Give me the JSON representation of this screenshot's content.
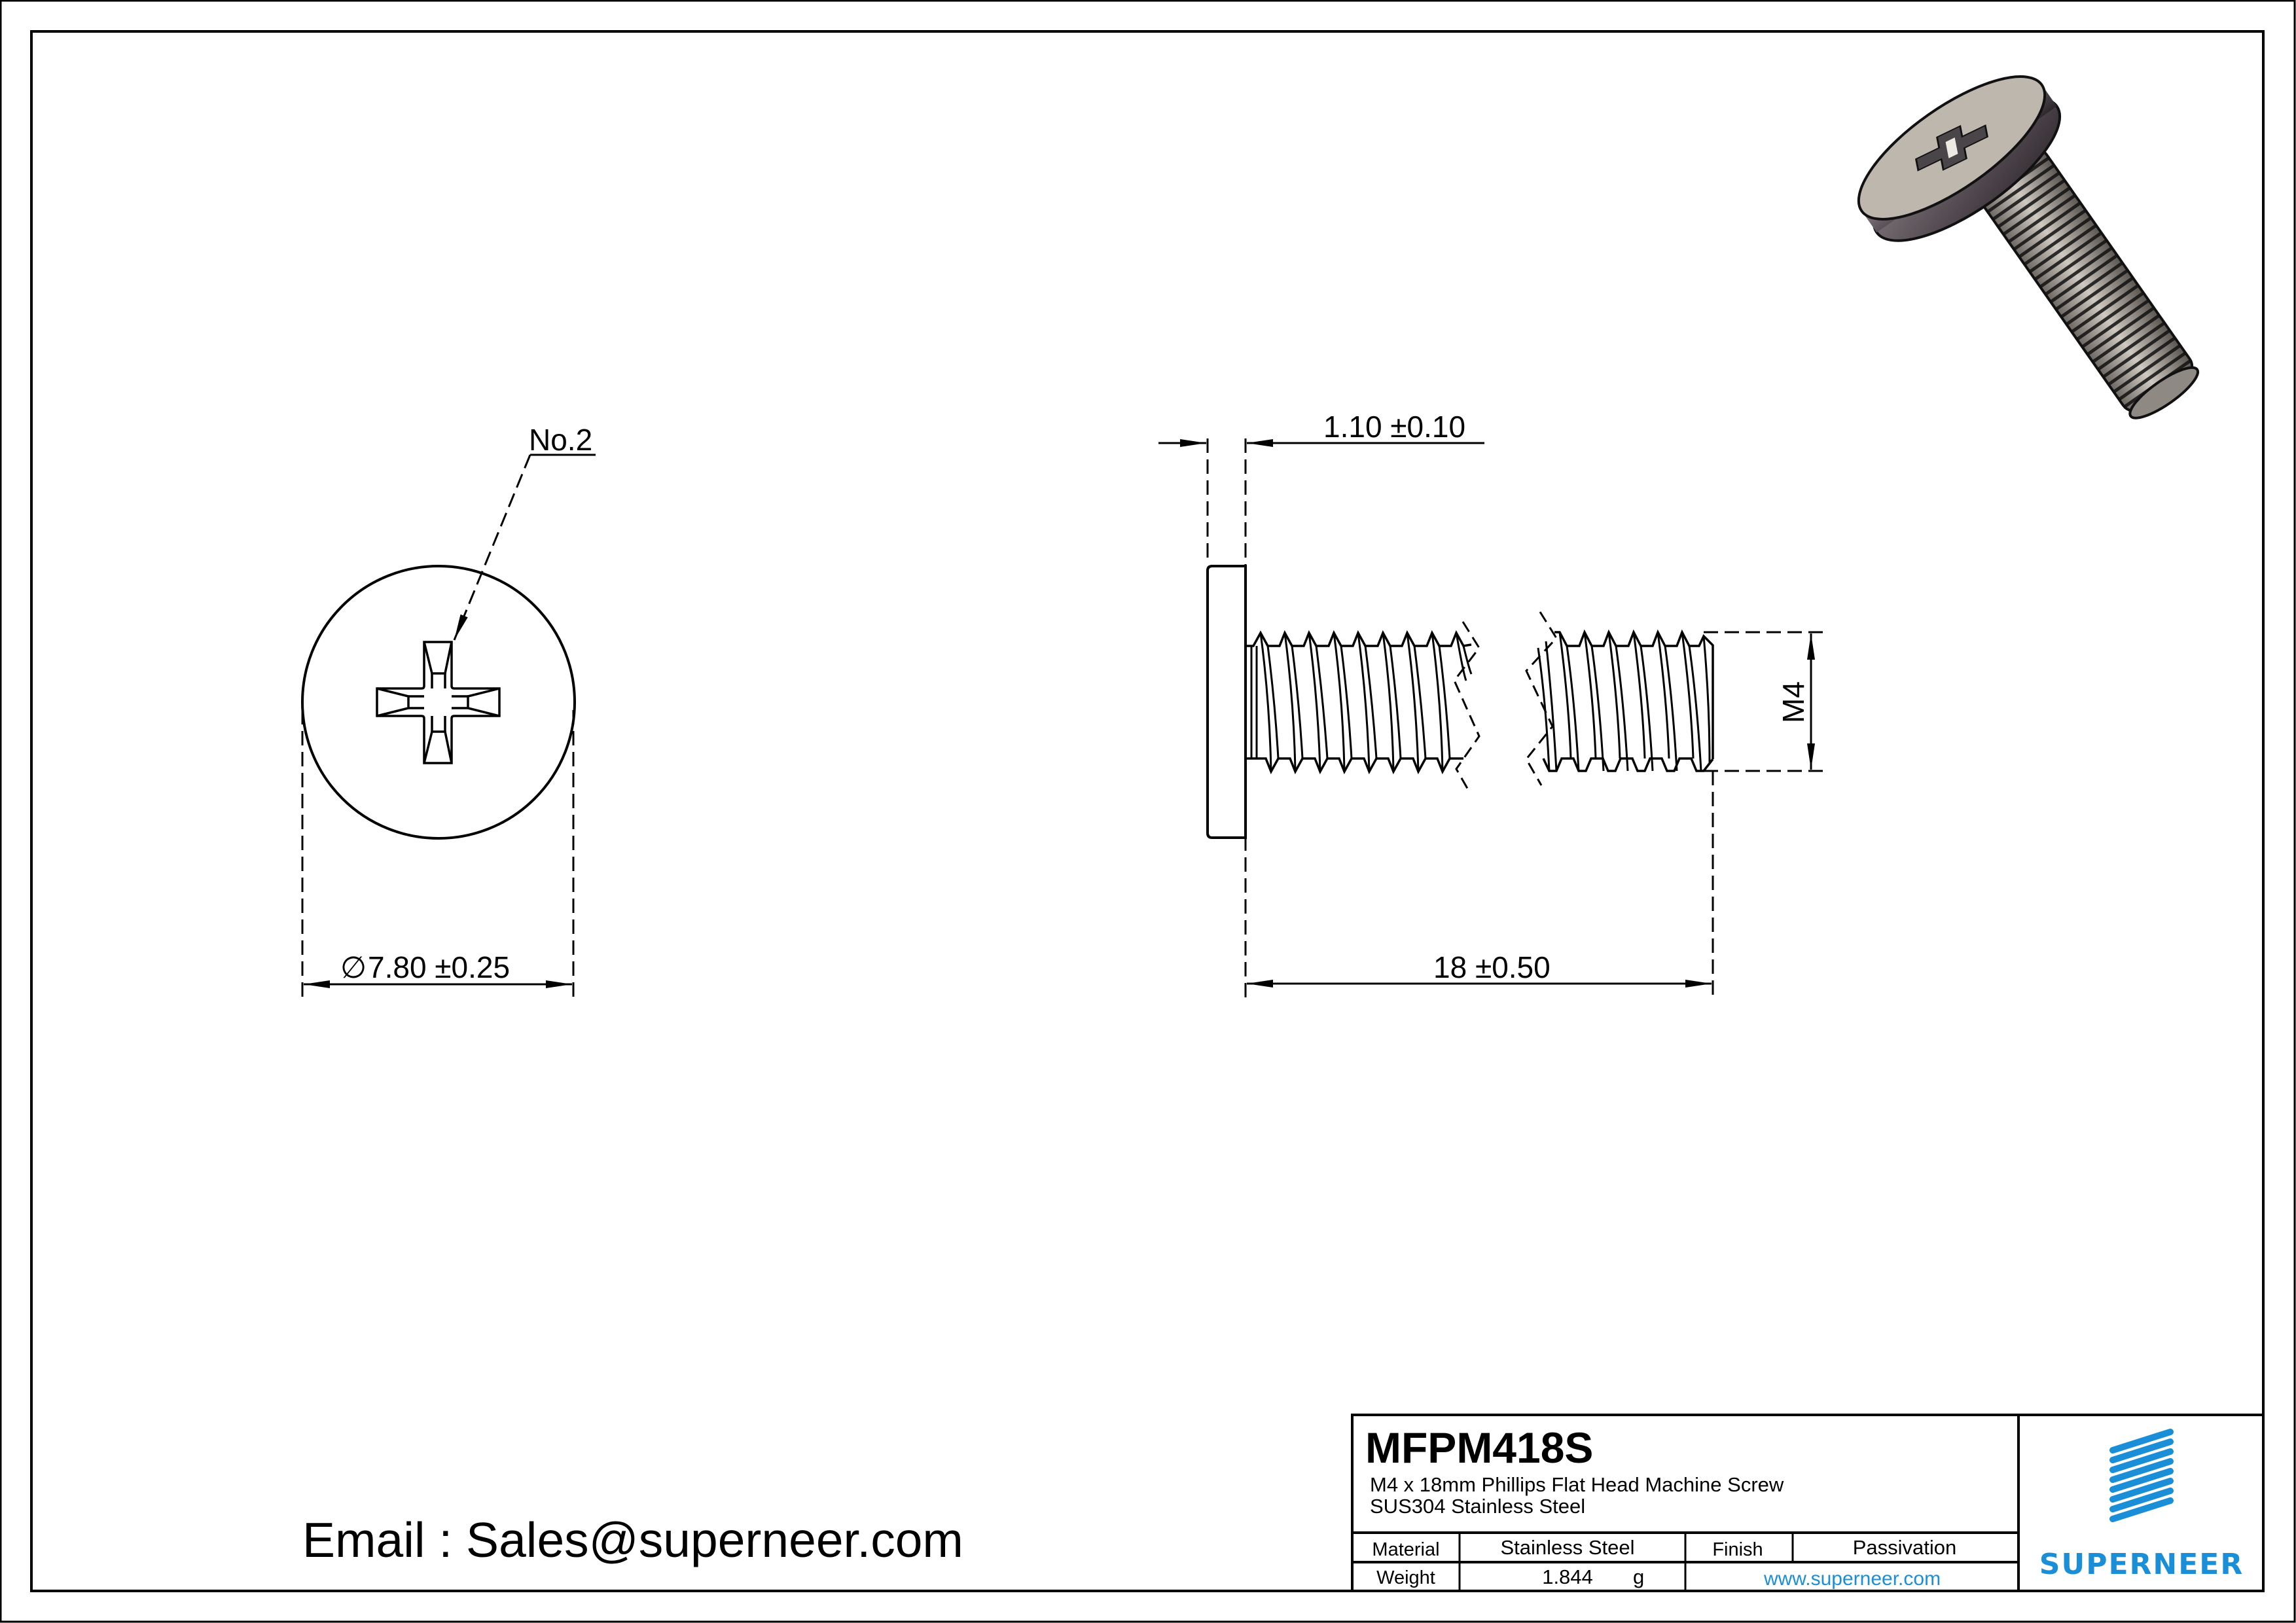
{
  "drawing": {
    "callout_drive": "No.2",
    "dim_head_diameter": "7.80 ±0.25",
    "dim_head_diameter_symbol": "∅",
    "dim_head_height": "1.10 ±0.10",
    "dim_length": "18 ±0.50",
    "dim_thread": "M4"
  },
  "contact": {
    "email_line": "Email : Sales@superneer.com"
  },
  "title_block": {
    "part_number": "MFPM418S",
    "description_line1": "M4 x 18mm Phillips Flat Head Machine Screw",
    "description_line2": "SUS304 Stainless Steel",
    "material_label": "Material",
    "material_value": "Stainless Steel",
    "finish_label": "Finish",
    "finish_value": "Passivation",
    "weight_label": "Weight",
    "weight_value": "1.844",
    "weight_unit": "g",
    "website": "www.superneer.com",
    "brand_name": "SUPERNEER"
  },
  "colors": {
    "brand_blue": "#1a8fd8",
    "line": "#000000",
    "paper": "#ffffff"
  },
  "icons": {
    "brand_logo": "striped-parallelogram-logo",
    "screw_render": "3d-screw-render"
  }
}
